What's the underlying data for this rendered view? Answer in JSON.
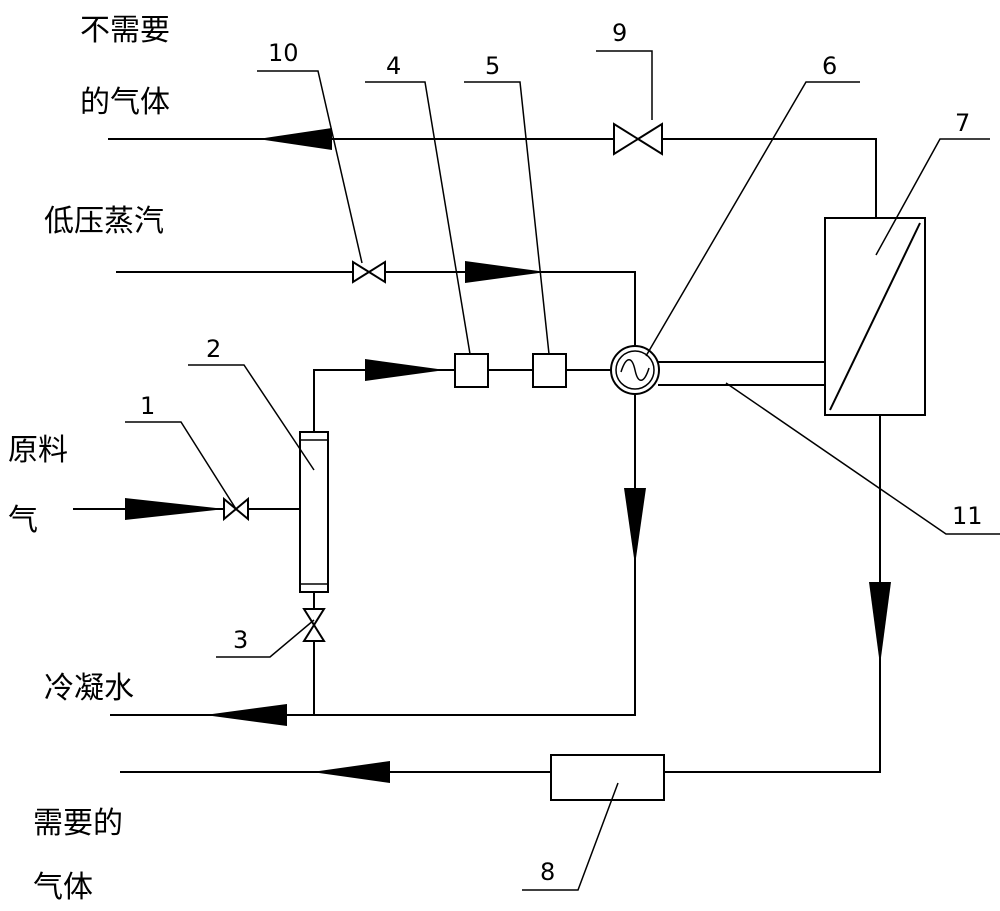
{
  "labels": {
    "unwanted_gas_line1": "不需要",
    "unwanted_gas_line2": "的气体",
    "low_pressure_steam": "低压蒸汽",
    "feed_gas_line1": "原料",
    "feed_gas_line2": "气",
    "condensate_water": "冷凝水",
    "wanted_gas_line1": "需要的",
    "wanted_gas_line2": "气体"
  },
  "component_numbers": {
    "n1": "1",
    "n2": "2",
    "n3": "3",
    "n4": "4",
    "n5": "5",
    "n6": "6",
    "n7": "7",
    "n8": "8",
    "n9": "9",
    "n10": "10",
    "n11": "11"
  },
  "colors": {
    "stroke": "#000000",
    "background": "#ffffff"
  }
}
